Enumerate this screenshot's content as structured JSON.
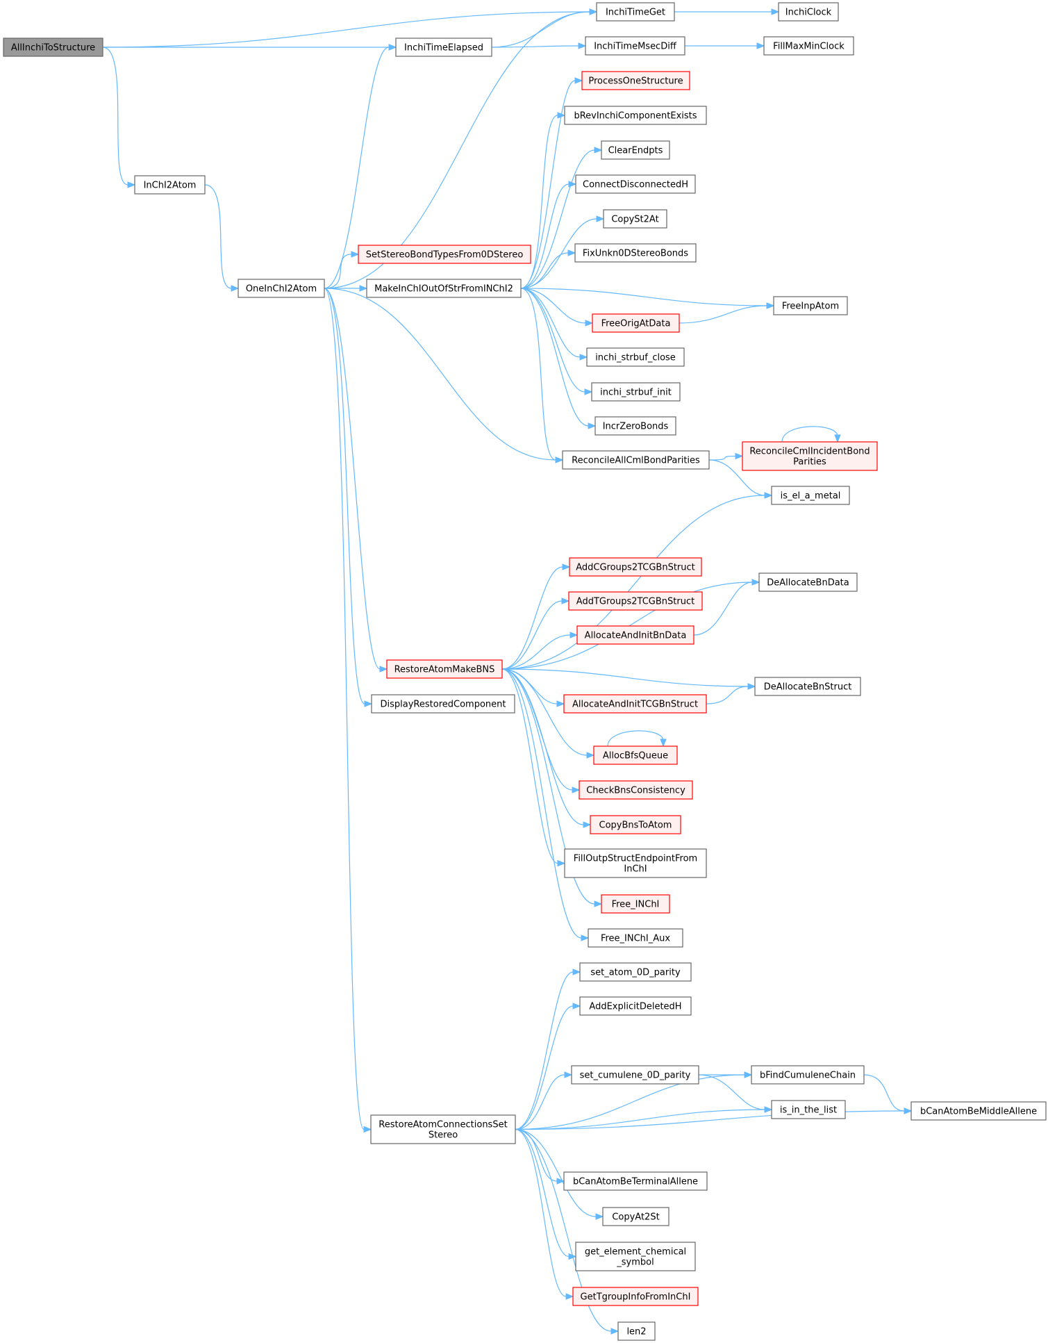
{
  "graph": {
    "nodes": [
      {
        "id": "AllInchiToStructure",
        "label": [
          "AllInchiToStructure"
        ],
        "style": "current"
      },
      {
        "id": "InchiTimeGet",
        "label": [
          "InchiTimeGet"
        ],
        "style": "normal"
      },
      {
        "id": "InchiClock",
        "label": [
          "InchiClock"
        ],
        "style": "normal"
      },
      {
        "id": "InchiTimeElapsed",
        "label": [
          "InchiTimeElapsed"
        ],
        "style": "normal"
      },
      {
        "id": "InchiTimeMsecDiff",
        "label": [
          "InchiTimeMsecDiff"
        ],
        "style": "normal"
      },
      {
        "id": "FillMaxMinClock",
        "label": [
          "FillMaxMinClock"
        ],
        "style": "normal"
      },
      {
        "id": "ProcessOneStructure",
        "label": [
          "ProcessOneStructure"
        ],
        "style": "red"
      },
      {
        "id": "bRevInchiComponentExists",
        "label": [
          "bRevInchiComponentExists"
        ],
        "style": "normal"
      },
      {
        "id": "ClearEndpts",
        "label": [
          "ClearEndpts"
        ],
        "style": "normal"
      },
      {
        "id": "InChI2Atom",
        "label": [
          "InChI2Atom"
        ],
        "style": "normal"
      },
      {
        "id": "ConnectDisconnectedH",
        "label": [
          "ConnectDisconnectedH"
        ],
        "style": "normal"
      },
      {
        "id": "CopySt2At",
        "label": [
          "CopySt2At"
        ],
        "style": "normal"
      },
      {
        "id": "FixUnkn0DStereoBonds",
        "label": [
          "FixUnkn0DStereoBonds"
        ],
        "style": "normal"
      },
      {
        "id": "SetStereoBondTypesFrom0DStereo",
        "label": [
          "SetStereoBondTypesFrom0DStereo"
        ],
        "style": "red"
      },
      {
        "id": "OneInChI2Atom",
        "label": [
          "OneInChI2Atom"
        ],
        "style": "normal"
      },
      {
        "id": "MakeInChIOutOfStrFromINChI2",
        "label": [
          "MakeInChIOutOfStrFromINChI2"
        ],
        "style": "normal"
      },
      {
        "id": "FreeInpAtom",
        "label": [
          "FreeInpAtom"
        ],
        "style": "normal"
      },
      {
        "id": "FreeOrigAtData",
        "label": [
          "FreeOrigAtData"
        ],
        "style": "red"
      },
      {
        "id": "inchi_strbuf_close",
        "label": [
          "inchi_strbuf_close"
        ],
        "style": "normal"
      },
      {
        "id": "inchi_strbuf_init",
        "label": [
          "inchi_strbuf_init"
        ],
        "style": "normal"
      },
      {
        "id": "IncrZeroBonds",
        "label": [
          "IncrZeroBonds"
        ],
        "style": "normal"
      },
      {
        "id": "ReconcileCmlIncidentBondParities",
        "label": [
          "ReconcileCmlIncidentBond",
          "Parities"
        ],
        "style": "red"
      },
      {
        "id": "ReconcileAllCmlBondParities",
        "label": [
          "ReconcileAllCmlBondParities"
        ],
        "style": "normal"
      },
      {
        "id": "is_el_a_metal",
        "label": [
          "is_el_a_metal"
        ],
        "style": "normal"
      },
      {
        "id": "AddCGroups2TCGBnStruct",
        "label": [
          "AddCGroups2TCGBnStruct"
        ],
        "style": "red"
      },
      {
        "id": "DeAllocateBnData",
        "label": [
          "DeAllocateBnData"
        ],
        "style": "normal"
      },
      {
        "id": "AddTGroups2TCGBnStruct",
        "label": [
          "AddTGroups2TCGBnStruct"
        ],
        "style": "red"
      },
      {
        "id": "AllocateAndInitBnData",
        "label": [
          "AllocateAndInitBnData"
        ],
        "style": "red"
      },
      {
        "id": "RestoreAtomMakeBNS",
        "label": [
          "RestoreAtomMakeBNS"
        ],
        "style": "red"
      },
      {
        "id": "DeAllocateBnStruct",
        "label": [
          "DeAllocateBnStruct"
        ],
        "style": "normal"
      },
      {
        "id": "DisplayRestoredComponent",
        "label": [
          "DisplayRestoredComponent"
        ],
        "style": "normal"
      },
      {
        "id": "AllocateAndInitTCGBnStruct",
        "label": [
          "AllocateAndInitTCGBnStruct"
        ],
        "style": "red"
      },
      {
        "id": "AllocBfsQueue",
        "label": [
          "AllocBfsQueue"
        ],
        "style": "red"
      },
      {
        "id": "CheckBnsConsistency",
        "label": [
          "CheckBnsConsistency"
        ],
        "style": "red"
      },
      {
        "id": "CopyBnsToAtom",
        "label": [
          "CopyBnsToAtom"
        ],
        "style": "red"
      },
      {
        "id": "FillOutpStructEndpointFromInChI",
        "label": [
          "FillOutpStructEndpointFrom",
          "InChI"
        ],
        "style": "normal"
      },
      {
        "id": "Free_INChI",
        "label": [
          "Free_INChI"
        ],
        "style": "red"
      },
      {
        "id": "Free_INChI_Aux",
        "label": [
          "Free_INChI_Aux"
        ],
        "style": "normal"
      },
      {
        "id": "set_atom_0D_parity",
        "label": [
          "set_atom_0D_parity"
        ],
        "style": "normal"
      },
      {
        "id": "AddExplicitDeletedH",
        "label": [
          "AddExplicitDeletedH"
        ],
        "style": "normal"
      },
      {
        "id": "set_cumulene_0D_parity",
        "label": [
          "set_cumulene_0D_parity"
        ],
        "style": "normal"
      },
      {
        "id": "bFindCumuleneChain",
        "label": [
          "bFindCumuleneChain"
        ],
        "style": "normal"
      },
      {
        "id": "is_in_the_list",
        "label": [
          "is_in_the_list"
        ],
        "style": "normal"
      },
      {
        "id": "bCanAtomBeMiddleAllene",
        "label": [
          "bCanAtomBeMiddleAllene"
        ],
        "style": "normal"
      },
      {
        "id": "RestoreAtomConnectionsSetStereo",
        "label": [
          "RestoreAtomConnectionsSet",
          "Stereo"
        ],
        "style": "normal"
      },
      {
        "id": "bCanAtomBeTerminalAllene",
        "label": [
          "bCanAtomBeTerminalAllene"
        ],
        "style": "normal"
      },
      {
        "id": "CopyAt2St",
        "label": [
          "CopyAt2St"
        ],
        "style": "normal"
      },
      {
        "id": "get_element_chemical_symbol",
        "label": [
          "get_element_chemical",
          "_symbol"
        ],
        "style": "normal"
      },
      {
        "id": "GetTgroupInfoFromInChI",
        "label": [
          "GetTgroupInfoFromInChI"
        ],
        "style": "red"
      },
      {
        "id": "len2",
        "label": [
          "len2"
        ],
        "style": "normal"
      }
    ],
    "edges": [
      [
        "AllInchiToStructure",
        "InchiTimeGet"
      ],
      [
        "AllInchiToStructure",
        "InchiTimeElapsed"
      ],
      [
        "AllInchiToStructure",
        "InChI2Atom"
      ],
      [
        "InchiTimeGet",
        "InchiClock"
      ],
      [
        "InchiTimeElapsed",
        "InchiTimeGet"
      ],
      [
        "InchiTimeElapsed",
        "InchiTimeMsecDiff"
      ],
      [
        "InchiTimeMsecDiff",
        "FillMaxMinClock"
      ],
      [
        "InChI2Atom",
        "OneInChI2Atom"
      ],
      [
        "OneInChI2Atom",
        "InchiTimeElapsed"
      ],
      [
        "OneInChI2Atom",
        "InchiTimeGet"
      ],
      [
        "OneInChI2Atom",
        "SetStereoBondTypesFrom0DStereo"
      ],
      [
        "OneInChI2Atom",
        "MakeInChIOutOfStrFromINChI2"
      ],
      [
        "OneInChI2Atom",
        "ReconcileAllCmlBondParities"
      ],
      [
        "OneInChI2Atom",
        "RestoreAtomMakeBNS"
      ],
      [
        "OneInChI2Atom",
        "DisplayRestoredComponent"
      ],
      [
        "OneInChI2Atom",
        "RestoreAtomConnectionsSetStereo"
      ],
      [
        "MakeInChIOutOfStrFromINChI2",
        "ProcessOneStructure"
      ],
      [
        "MakeInChIOutOfStrFromINChI2",
        "bRevInchiComponentExists"
      ],
      [
        "MakeInChIOutOfStrFromINChI2",
        "ClearEndpts"
      ],
      [
        "MakeInChIOutOfStrFromINChI2",
        "ConnectDisconnectedH"
      ],
      [
        "MakeInChIOutOfStrFromINChI2",
        "CopySt2At"
      ],
      [
        "MakeInChIOutOfStrFromINChI2",
        "FixUnkn0DStereoBonds"
      ],
      [
        "MakeInChIOutOfStrFromINChI2",
        "FreeInpAtom"
      ],
      [
        "MakeInChIOutOfStrFromINChI2",
        "FreeOrigAtData"
      ],
      [
        "MakeInChIOutOfStrFromINChI2",
        "inchi_strbuf_close"
      ],
      [
        "MakeInChIOutOfStrFromINChI2",
        "inchi_strbuf_init"
      ],
      [
        "MakeInChIOutOfStrFromINChI2",
        "IncrZeroBonds"
      ],
      [
        "MakeInChIOutOfStrFromINChI2",
        "ReconcileAllCmlBondParities"
      ],
      [
        "FreeOrigAtData",
        "FreeInpAtom"
      ],
      [
        "ReconcileAllCmlBondParities",
        "ReconcileCmlIncidentBondParities"
      ],
      [
        "ReconcileAllCmlBondParities",
        "is_el_a_metal"
      ],
      [
        "ReconcileCmlIncidentBondParities",
        "ReconcileCmlIncidentBondParities"
      ],
      [
        "RestoreAtomMakeBNS",
        "is_el_a_metal"
      ],
      [
        "RestoreAtomMakeBNS",
        "DeAllocateBnData"
      ],
      [
        "RestoreAtomMakeBNS",
        "AddCGroups2TCGBnStruct"
      ],
      [
        "RestoreAtomMakeBNS",
        "AddTGroups2TCGBnStruct"
      ],
      [
        "RestoreAtomMakeBNS",
        "AllocateAndInitBnData"
      ],
      [
        "RestoreAtomMakeBNS",
        "DeAllocateBnStruct"
      ],
      [
        "RestoreAtomMakeBNS",
        "AllocateAndInitTCGBnStruct"
      ],
      [
        "RestoreAtomMakeBNS",
        "AllocBfsQueue"
      ],
      [
        "RestoreAtomMakeBNS",
        "CheckBnsConsistency"
      ],
      [
        "RestoreAtomMakeBNS",
        "CopyBnsToAtom"
      ],
      [
        "RestoreAtomMakeBNS",
        "FillOutpStructEndpointFromInChI"
      ],
      [
        "RestoreAtomMakeBNS",
        "Free_INChI"
      ],
      [
        "RestoreAtomMakeBNS",
        "Free_INChI_Aux"
      ],
      [
        "AllocateAndInitBnData",
        "DeAllocateBnData"
      ],
      [
        "AllocateAndInitTCGBnStruct",
        "DeAllocateBnStruct"
      ],
      [
        "AllocBfsQueue",
        "AllocBfsQueue"
      ],
      [
        "RestoreAtomConnectionsSetStereo",
        "set_atom_0D_parity"
      ],
      [
        "RestoreAtomConnectionsSetStereo",
        "AddExplicitDeletedH"
      ],
      [
        "RestoreAtomConnectionsSetStereo",
        "bFindCumuleneChain"
      ],
      [
        "RestoreAtomConnectionsSetStereo",
        "set_cumulene_0D_parity"
      ],
      [
        "RestoreAtomConnectionsSetStereo",
        "is_in_the_list"
      ],
      [
        "RestoreAtomConnectionsSetStereo",
        "bCanAtomBeMiddleAllene"
      ],
      [
        "RestoreAtomConnectionsSetStereo",
        "bCanAtomBeTerminalAllene"
      ],
      [
        "RestoreAtomConnectionsSetStereo",
        "CopyAt2St"
      ],
      [
        "RestoreAtomConnectionsSetStereo",
        "get_element_chemical_symbol"
      ],
      [
        "RestoreAtomConnectionsSetStereo",
        "GetTgroupInfoFromInChI"
      ],
      [
        "RestoreAtomConnectionsSetStereo",
        "len2"
      ],
      [
        "set_cumulene_0D_parity",
        "bFindCumuleneChain"
      ],
      [
        "set_cumulene_0D_parity",
        "is_in_the_list"
      ],
      [
        "bFindCumuleneChain",
        "bCanAtomBeMiddleAllene"
      ]
    ]
  }
}
